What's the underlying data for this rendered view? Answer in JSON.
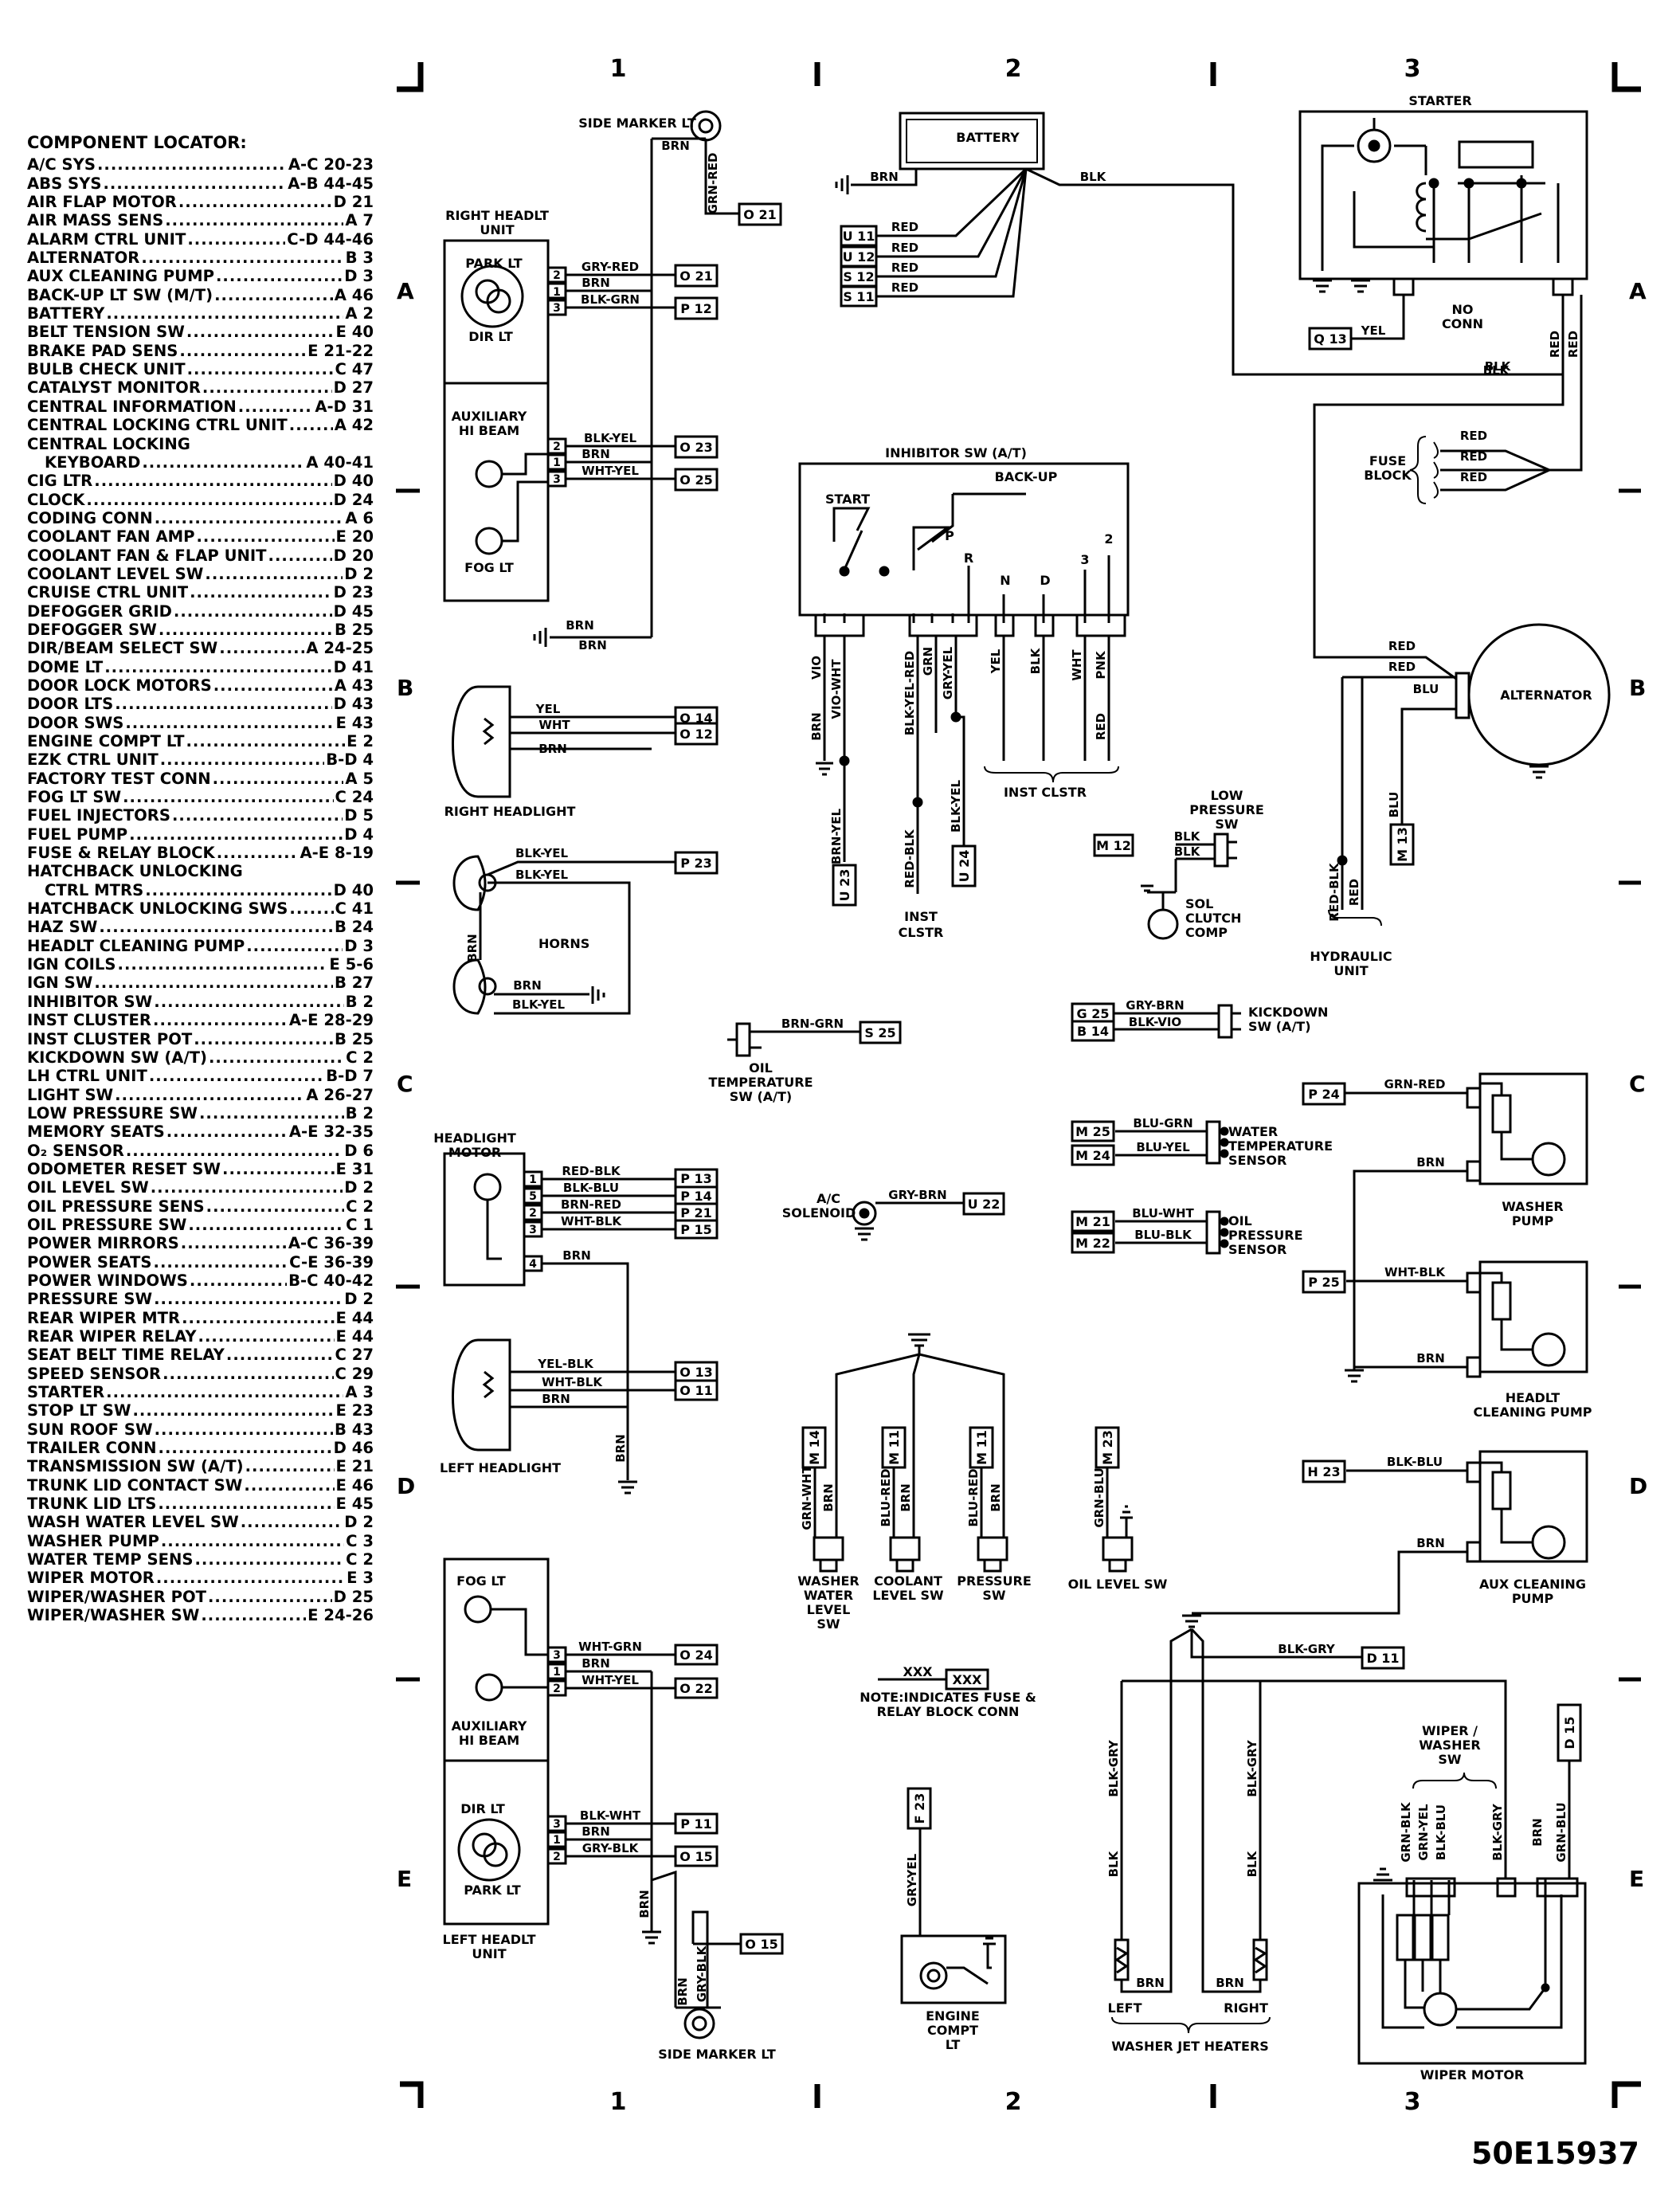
{
  "locator": {
    "title": "COMPONENT LOCATOR:",
    "items": [
      {
        "name": "A/C SYS",
        "ref": "A-C 20-23"
      },
      {
        "name": "ABS SYS",
        "ref": "A-B 44-45"
      },
      {
        "name": "AIR FLAP MOTOR",
        "ref": "D 21"
      },
      {
        "name": "AIR MASS SENS",
        "ref": "A 7"
      },
      {
        "name": "ALARM CTRL UNIT",
        "ref": "C-D 44-46"
      },
      {
        "name": "ALTERNATOR",
        "ref": "B 3"
      },
      {
        "name": "AUX CLEANING PUMP",
        "ref": "D 3"
      },
      {
        "name": "BACK-UP LT SW (M/T)",
        "ref": "A 46"
      },
      {
        "name": "BATTERY",
        "ref": "A 2"
      },
      {
        "name": "BELT TENSION SW",
        "ref": "E 40"
      },
      {
        "name": "BRAKE PAD SENS",
        "ref": "E 21-22"
      },
      {
        "name": "BULB CHECK UNIT",
        "ref": "C 47"
      },
      {
        "name": "CATALYST MONITOR",
        "ref": "D 27"
      },
      {
        "name": "CENTRAL INFORMATION",
        "ref": "A-D 31"
      },
      {
        "name": "CENTRAL LOCKING CTRL UNIT",
        "ref": "A 42"
      },
      {
        "name": "CENTRAL LOCKING",
        "ref": ""
      },
      {
        "name": "KEYBOARD",
        "ref": "A 40-41",
        "cont": true
      },
      {
        "name": "CIG LTR",
        "ref": "D 40"
      },
      {
        "name": "CLOCK",
        "ref": "D 24"
      },
      {
        "name": "CODING CONN",
        "ref": "A 6"
      },
      {
        "name": "COOLANT FAN AMP",
        "ref": "E 20"
      },
      {
        "name": "COOLANT FAN & FLAP UNIT",
        "ref": "D 20"
      },
      {
        "name": "COOLANT LEVEL SW",
        "ref": "D 2"
      },
      {
        "name": "CRUISE CTRL UNIT",
        "ref": "D 23"
      },
      {
        "name": "DEFOGGER GRID",
        "ref": "D 45"
      },
      {
        "name": "DEFOGGER SW",
        "ref": "B 25"
      },
      {
        "name": "DIR/BEAM SELECT SW",
        "ref": "A 24-25"
      },
      {
        "name": "DOME LT",
        "ref": "D 41"
      },
      {
        "name": "DOOR LOCK MOTORS",
        "ref": "A 43"
      },
      {
        "name": "DOOR LTS",
        "ref": "D 43"
      },
      {
        "name": "DOOR SWS",
        "ref": "E 43"
      },
      {
        "name": "ENGINE COMPT LT",
        "ref": "E 2"
      },
      {
        "name": "EZK CTRL UNIT",
        "ref": "B-D 4"
      },
      {
        "name": "FACTORY TEST CONN",
        "ref": "A 5"
      },
      {
        "name": "FOG LT SW",
        "ref": "C 24"
      },
      {
        "name": "FUEL INJECTORS",
        "ref": "D 5"
      },
      {
        "name": "FUEL PUMP",
        "ref": "D 4"
      },
      {
        "name": "FUSE & RELAY BLOCK",
        "ref": "A-E 8-19"
      },
      {
        "name": "HATCHBACK UNLOCKING",
        "ref": ""
      },
      {
        "name": "CTRL MTRS",
        "ref": "D 40",
        "cont": true
      },
      {
        "name": "HATCHBACK UNLOCKING SWS",
        "ref": "C 41"
      },
      {
        "name": "HAZ SW",
        "ref": "B 24"
      },
      {
        "name": "HEADLT CLEANING PUMP",
        "ref": "D 3"
      },
      {
        "name": "IGN COILS",
        "ref": "E 5-6"
      },
      {
        "name": "IGN SW",
        "ref": "B 27"
      },
      {
        "name": "INHIBITOR SW",
        "ref": "B 2"
      },
      {
        "name": "INST CLUSTER",
        "ref": "A-E 28-29"
      },
      {
        "name": "INST CLUSTER POT",
        "ref": "B 25"
      },
      {
        "name": "KICKDOWN SW (A/T)",
        "ref": "C 2"
      },
      {
        "name": "LH CTRL UNIT",
        "ref": "B-D 7"
      },
      {
        "name": "LIGHT SW",
        "ref": "A 26-27"
      },
      {
        "name": "LOW PRESSURE SW",
        "ref": "B 2"
      },
      {
        "name": "MEMORY SEATS",
        "ref": "A-E 32-35"
      },
      {
        "name": "O₂ SENSOR",
        "ref": "D 6"
      },
      {
        "name": "ODOMETER RESET SW",
        "ref": "E 31"
      },
      {
        "name": "OIL LEVEL SW",
        "ref": "D 2"
      },
      {
        "name": "OIL PRESSURE SENS",
        "ref": "C 2"
      },
      {
        "name": "OIL PRESSURE SW",
        "ref": "C 1"
      },
      {
        "name": "POWER MIRRORS",
        "ref": "A-C 36-39"
      },
      {
        "name": "POWER SEATS",
        "ref": "C-E 36-39"
      },
      {
        "name": "POWER WINDOWS",
        "ref": "B-C 40-42"
      },
      {
        "name": "PRESSURE SW",
        "ref": "D 2"
      },
      {
        "name": "REAR WIPER MTR",
        "ref": "E 44"
      },
      {
        "name": "REAR WIPER RELAY",
        "ref": "E 44"
      },
      {
        "name": "SEAT BELT TIME RELAY",
        "ref": "C 27"
      },
      {
        "name": "SPEED SENSOR",
        "ref": "C 29"
      },
      {
        "name": "STARTER",
        "ref": "A 3"
      },
      {
        "name": "STOP LT SW",
        "ref": "E 23"
      },
      {
        "name": "SUN ROOF SW",
        "ref": "B 43"
      },
      {
        "name": "TRAILER CONN",
        "ref": "D 46"
      },
      {
        "name": "TRANSMISSION SW (A/T)",
        "ref": "E 21"
      },
      {
        "name": "TRUNK LID CONTACT SW",
        "ref": "E 46"
      },
      {
        "name": "TRUNK LID LTS",
        "ref": "E 45"
      },
      {
        "name": "WASH WATER LEVEL SW",
        "ref": "D 2"
      },
      {
        "name": "WASHER PUMP",
        "ref": "C 3"
      },
      {
        "name": "WATER TEMP SENS",
        "ref": "C 2"
      },
      {
        "name": "WIPER MOTOR",
        "ref": "E 3"
      },
      {
        "name": "WIPER/WASHER POT",
        "ref": "D 25"
      },
      {
        "name": "WIPER/WASHER SW",
        "ref": "E 24-26"
      }
    ]
  },
  "grid": {
    "cols": [
      "1",
      "2",
      "3"
    ],
    "rows": [
      "A",
      "B",
      "C",
      "D",
      "E"
    ]
  },
  "diagram_id": "50E15937",
  "labels": {
    "side_marker_top": "SIDE MARKER LT",
    "right_headlt_unit": [
      "RIGHT HEADLT",
      "UNIT"
    ],
    "park_lt": "PARK LT",
    "dir_lt": "DIR LT",
    "aux_hi_beam": [
      "AUXILIARY",
      "HI BEAM"
    ],
    "fog_lt": "FOG LT",
    "right_headlight": "RIGHT HEADLIGHT",
    "horns": "HORNS",
    "headlight_motor": [
      "HEADLIGHT",
      "MOTOR"
    ],
    "left_headlight": "LEFT HEADLIGHT",
    "left_headlt_unit": [
      "LEFT HEADLT",
      "UNIT"
    ],
    "side_marker_bottom": "SIDE MARKER LT",
    "battery": "BATTERY",
    "inhibitor_sw": "INHIBITOR SW (A/T)",
    "start": "START",
    "back_up": "BACK-UP",
    "pos_p": "P",
    "pos_r": "R",
    "pos_n": "N",
    "pos_d": "D",
    "pos_3": "3",
    "pos_2": "2",
    "inst_clstr": "INST CLSTR",
    "inst_clstr2": [
      "INST",
      "CLSTR"
    ],
    "low_pressure_sw": [
      "LOW",
      "PRESSURE",
      "SW"
    ],
    "sol_clutch_comp": [
      "SOL",
      "CLUTCH",
      "COMP"
    ],
    "oil_temp_sw": [
      "OIL",
      "TEMPERATURE",
      "SW (A/T)"
    ],
    "kickdown_sw": [
      "KICKDOWN",
      "SW (A/T)"
    ],
    "ac_solenoid": [
      "A/C",
      "SOLENOID"
    ],
    "water_temp_sensor": [
      "WATER",
      "TEMPERATURE",
      "SENSOR"
    ],
    "oil_pressure_sensor": [
      "OIL",
      "PRESSURE",
      "SENSOR"
    ],
    "washer_water_level_sw": [
      "WASHER",
      "WATER",
      "LEVEL",
      "SW"
    ],
    "coolant_level_sw": [
      "COOLANT",
      "LEVEL SW"
    ],
    "pressure_sw": [
      "PRESSURE",
      "SW"
    ],
    "oil_level_sw": "OIL LEVEL SW",
    "note_xxx": "XXX",
    "note_text": [
      "NOTE:INDICATES FUSE &",
      "RELAY BLOCK CONN"
    ],
    "engine_compt_lt": [
      "ENGINE",
      "COMPT",
      "LT"
    ],
    "starter": "STARTER",
    "no_conn": [
      "NO",
      "CONN"
    ],
    "fuse_block": [
      "FUSE",
      "BLOCK"
    ],
    "alternator": "ALTERNATOR",
    "hydraulic_unit": [
      "HYDRAULIC",
      "UNIT"
    ],
    "washer_pump": [
      "WASHER",
      "PUMP"
    ],
    "headlt_cleaning_pump": [
      "HEADLT",
      "CLEANING PUMP"
    ],
    "aux_cleaning_pump": [
      "AUX CLEANING",
      "PUMP"
    ],
    "wiper_washer_sw": [
      "WIPER /",
      "WASHER",
      "SW"
    ],
    "wiper_motor": "WIPER MOTOR",
    "washer_jet_heaters": "WASHER JET HEATERS",
    "left": "LEFT",
    "right": "RIGHT"
  },
  "wires": {
    "grn_red": "GRN-RED",
    "brn": "BRN",
    "gry_red": "GRY-RED",
    "blk_grn": "BLK-GRN",
    "blk_yel": "BLK-YEL",
    "wht_yel": "WHT-YEL",
    "yel": "YEL",
    "wht": "WHT",
    "red_blk": "RED-BLK",
    "blk_blu": "BLK-BLU",
    "brn_red": "BRN-RED",
    "wht_blk": "WHT-BLK",
    "yel_blk": "YEL-BLK",
    "wht_grn": "WHT-GRN",
    "blk_wht": "BLK-WHT",
    "gry_blk": "GRY-BLK",
    "red": "RED",
    "blk": "BLK",
    "vio": "VIO",
    "vio_wht": "VIO-WHT",
    "blk_yel_red": "BLK-YEL-RED",
    "grn": "GRN",
    "gry_yel": "GRY-YEL",
    "pnk": "PNK",
    "brn_yel": "BRN-YEL",
    "red_blk2": "RED-BLK",
    "blk_yel2": "BLK-YEL",
    "brn_grn": "BRN-GRN",
    "gry_brn": "GRY-BRN",
    "blk_vio": "BLK-VIO",
    "blu_grn": "BLU-GRN",
    "blu_yel": "BLU-YEL",
    "blu_wht": "BLU-WHT",
    "blu_blk": "BLU-BLK",
    "grn_wht": "GRN-WHT",
    "blu_red": "BLU-RED",
    "grn_blu": "GRN-BLU",
    "blu": "BLU",
    "blk_gry": "BLK-GRY",
    "grn_blk": "GRN-BLK",
    "grn_yel": "GRN-YEL"
  },
  "connectors": {
    "o21a": "O 21",
    "o21b": "O 21",
    "p12": "P 12",
    "o23": "O 23",
    "o25": "O 25",
    "o14": "O 14",
    "o12": "O 12",
    "p23": "P 23",
    "p13": "P 13",
    "p14": "P 14",
    "p21": "P 21",
    "p15": "P 15",
    "o13": "O 13",
    "o11": "O 11",
    "o24": "O 24",
    "o22": "O 22",
    "p11": "P 11",
    "o15a": "O 15",
    "o15b": "O 15",
    "u11": "U 11",
    "u12": "U 12",
    "s12": "S 12",
    "s11": "S 11",
    "u23": "U 23",
    "u24": "U 24",
    "m12": "M 12",
    "s25": "S 25",
    "g25": "G 25",
    "b14": "B 14",
    "u22": "U 22",
    "m25": "M 25",
    "m24": "M 24",
    "m21": "M 21",
    "m22": "M 22",
    "m14": "M 14",
    "m11a": "M 11",
    "m11b": "M 11",
    "m23": "M 23",
    "xxx": "XXX",
    "f23": "F 23",
    "q13": "Q 13",
    "m13": "M 13",
    "p24": "P 24",
    "p25": "P 25",
    "h23": "H 23",
    "d11": "D 11",
    "d15": "D 15"
  },
  "pins": {
    "p1": "1",
    "p2": "2",
    "p3": "3",
    "p4": "4",
    "p5": "5"
  }
}
